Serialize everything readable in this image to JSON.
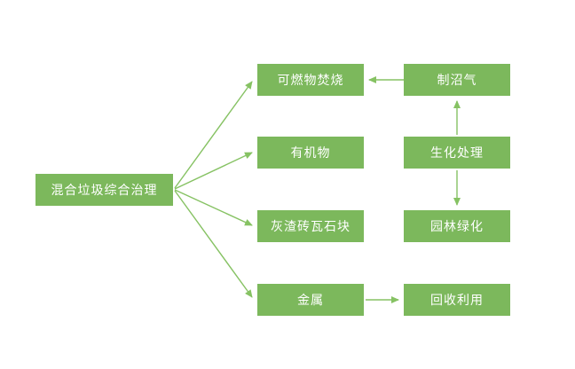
{
  "diagram": {
    "root": {
      "label": "混合垃圾综合治理"
    },
    "middle": [
      {
        "label": "可燃物焚烧"
      },
      {
        "label": "有机物"
      },
      {
        "label": "灰渣砖瓦石块"
      },
      {
        "label": "金属"
      }
    ],
    "right": [
      {
        "label": "制沼气"
      },
      {
        "label": "生化处理"
      },
      {
        "label": "园林绿化"
      },
      {
        "label": "回收利用"
      }
    ],
    "edges": [
      {
        "from": "混合垃圾综合治理",
        "to": "可燃物焚烧"
      },
      {
        "from": "混合垃圾综合治理",
        "to": "有机物"
      },
      {
        "from": "混合垃圾综合治理",
        "to": "灰渣砖瓦石块"
      },
      {
        "from": "混合垃圾综合治理",
        "to": "金属"
      },
      {
        "from": "制沼气",
        "to": "可燃物焚烧"
      },
      {
        "from": "生化处理",
        "to": "制沼气"
      },
      {
        "from": "生化处理",
        "to": "园林绿化"
      },
      {
        "from": "金属",
        "to": "回收利用"
      }
    ],
    "colors": {
      "box": "#7cb85c",
      "arrow": "#86c263",
      "text": "#ffffff",
      "background": "#ffffff"
    }
  }
}
